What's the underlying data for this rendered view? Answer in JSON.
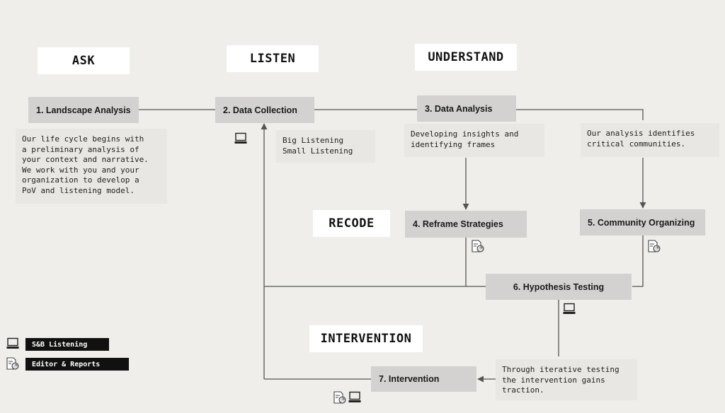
{
  "phases": {
    "ask": "ASK",
    "listen": "LISTEN",
    "understand": "UNDERSTAND",
    "recode": "RECODE",
    "intervention": "INTERVENTION"
  },
  "steps": {
    "s1": "1. Landscape Analysis",
    "s2": "2. Data Collection",
    "s3": "3. Data Analysis",
    "s4": "4. Reframe Strategies",
    "s5": "5. Community Organizing",
    "s6": "6. Hypothesis Testing",
    "s7": "7. Intervention"
  },
  "notes": {
    "landscape": "Our life cycle begins with\na preliminary analysis of\nyour context and narrative.\nWe work with you and your\norganization to develop a\nPoV and listening model.",
    "listening": "Big Listening\nSmall Listening",
    "insights": "Developing insights and\nidentifying frames",
    "communities": "Our analysis identifies\ncritical communities.",
    "iterative": "Through iterative testing\nthe intervention gains\ntraction."
  },
  "legend": {
    "listening": "S&B Listening",
    "editor": "Editor & Reports"
  },
  "icons": {
    "listening": "computer-icon",
    "editor": "document-chart-icon"
  },
  "colors": {
    "background": "#efeeea",
    "step_box": "#d3d2d0",
    "line": "#555555"
  }
}
